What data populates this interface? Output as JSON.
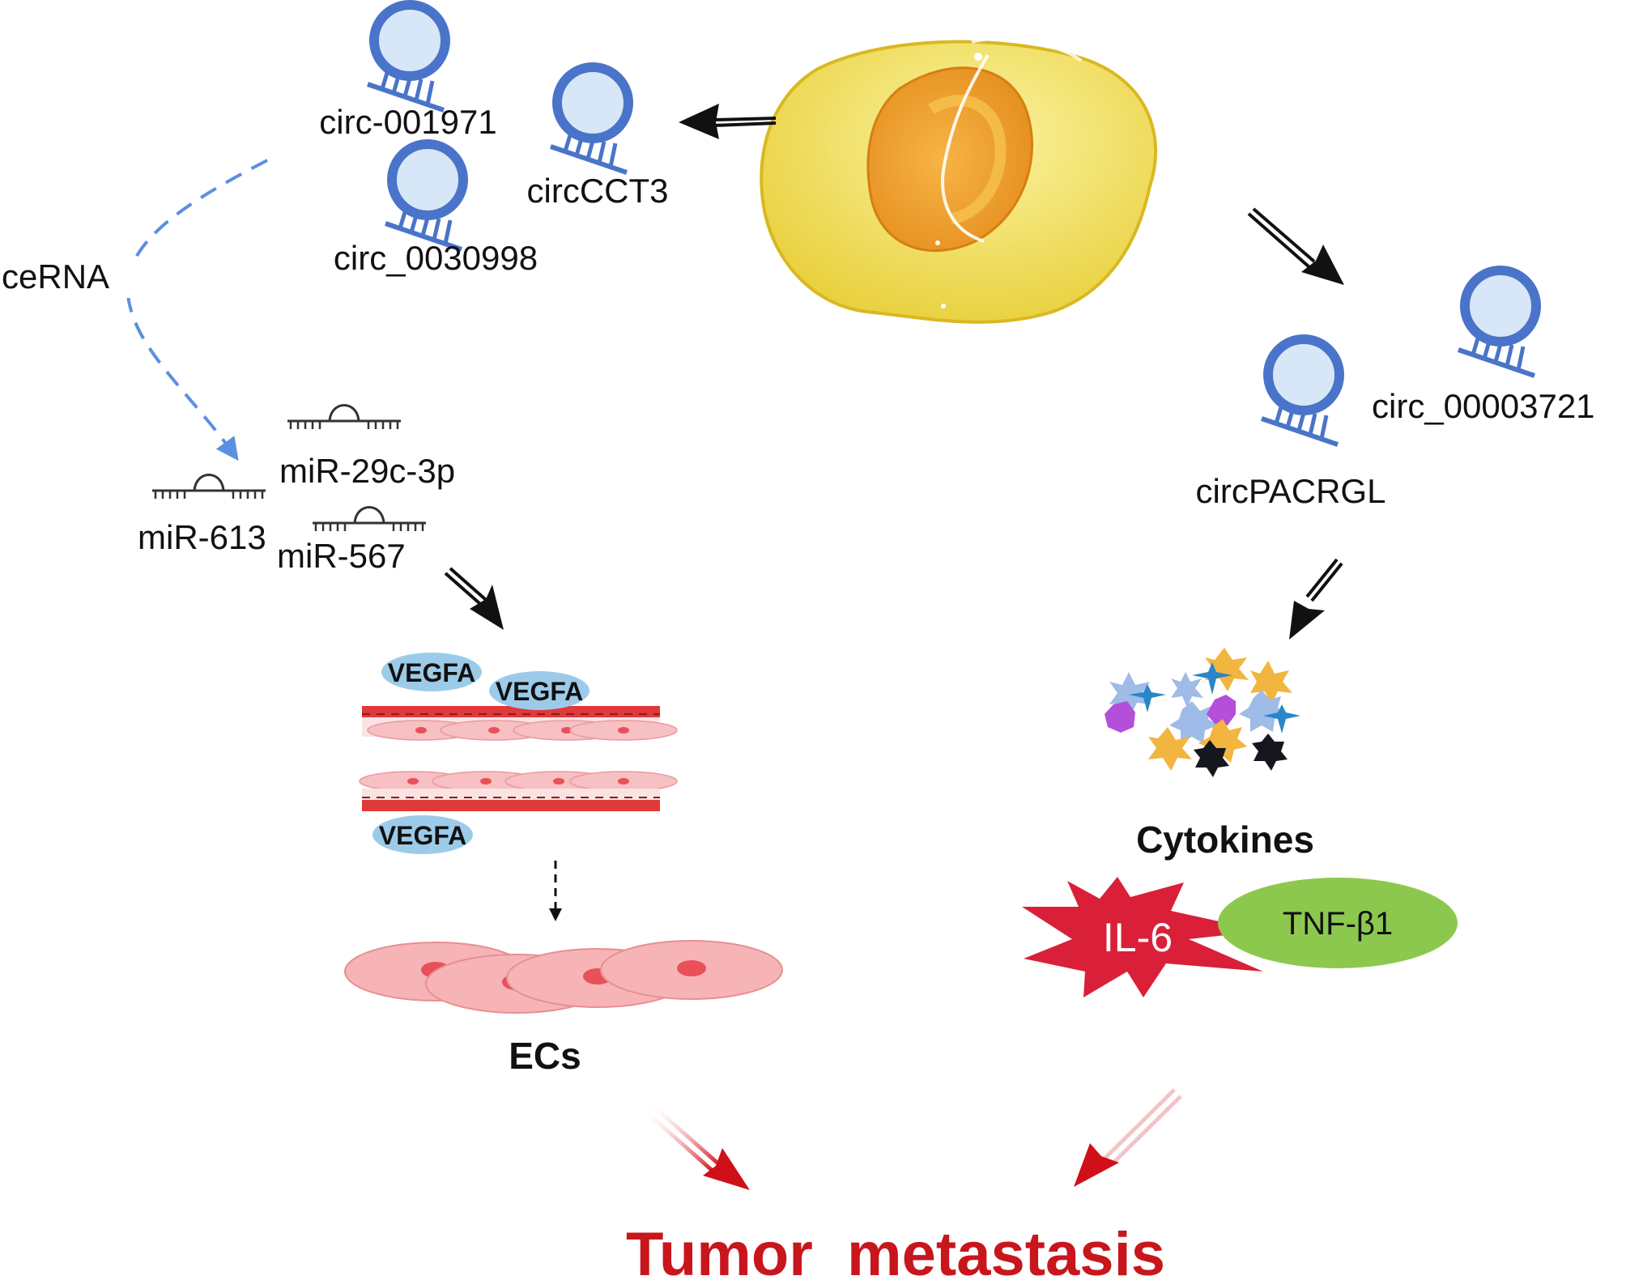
{
  "circ_labels": {
    "circ_001971": "circ-001971",
    "circ_cct3": "circCCT3",
    "circ_0030998": "circ_0030998",
    "circ_pacrgl": "circPACRGL",
    "circ_00003721": "circ_00003721"
  },
  "ceRNA_label": "ceRNA",
  "mirnas": {
    "mir_29c": "miR-29c-3p",
    "mir_613": "miR-613",
    "mir_567": "miR-567"
  },
  "vegfa_label": "VEGFA",
  "ecs_label": "ECs",
  "cytokines_label": "Cytokines",
  "il6_label": "IL-6",
  "tnf_label": "TNF-β1",
  "outcome_label": "Tumor  metastasis",
  "colors": {
    "circ_blue": "#4a74c9",
    "circ_fill": "#d8e7f7",
    "dashed_arrow": "#5b8fe0",
    "cell_yellow": "#f2e05f",
    "nucleus_orange": "#f0a535",
    "vegfa_blue": "#9ccbea",
    "vessel_red": "#e0393a",
    "ec_pink": "#f4a9ac",
    "il6_red": "#d92038",
    "tnf_green": "#8dc84e",
    "metastasis_red": "#c8161d"
  }
}
